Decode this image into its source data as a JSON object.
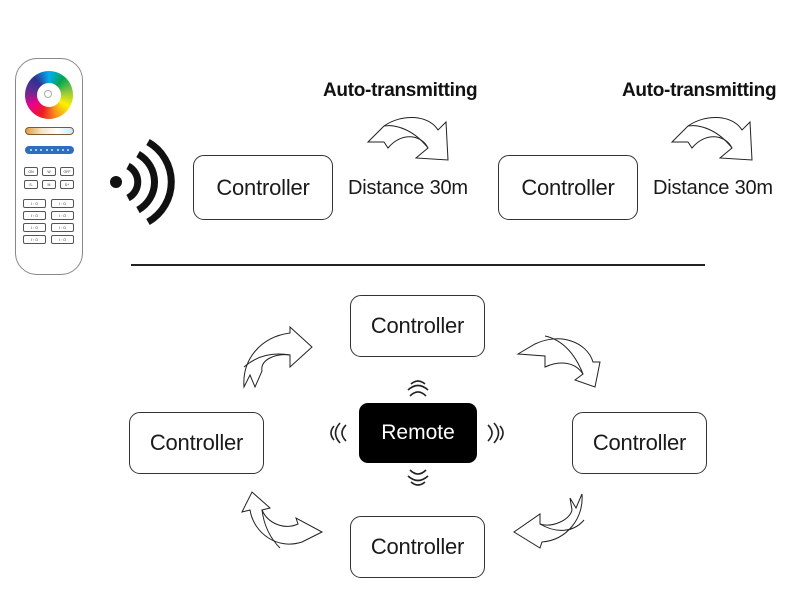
{
  "remote_device": {
    "top_keys": [
      "ON",
      "W",
      "OFF"
    ],
    "second_keys": [
      "S-",
      "M",
      "S+"
    ],
    "zone_keys_count": 8,
    "zone_key_glyph": "I ◦ O",
    "colors": {
      "body_outline": "#888888",
      "dimming_bar": "#2c6fc0"
    }
  },
  "top_section": {
    "signal_icon": "wireless-signal-icon",
    "controllers": [
      "Controller",
      "Controller"
    ],
    "auto_labels": [
      "Auto-transmitting",
      "Auto-transmitting"
    ],
    "distance_labels": [
      "Distance 30m",
      "Distance 30m"
    ],
    "arrow_icon": "curved-arrow-right-icon"
  },
  "bottom_section": {
    "remote_label": "Remote",
    "controllers": {
      "top": "Controller",
      "left": "Controller",
      "right": "Controller",
      "bottom": "Controller"
    },
    "arrows": [
      "curved-arrow-top-left-icon",
      "curved-arrow-top-right-icon",
      "curved-arrow-bottom-right-icon",
      "curved-arrow-bottom-left-icon"
    ],
    "colors": {
      "remote_bg": "#000000",
      "remote_text": "#ffffff"
    }
  }
}
